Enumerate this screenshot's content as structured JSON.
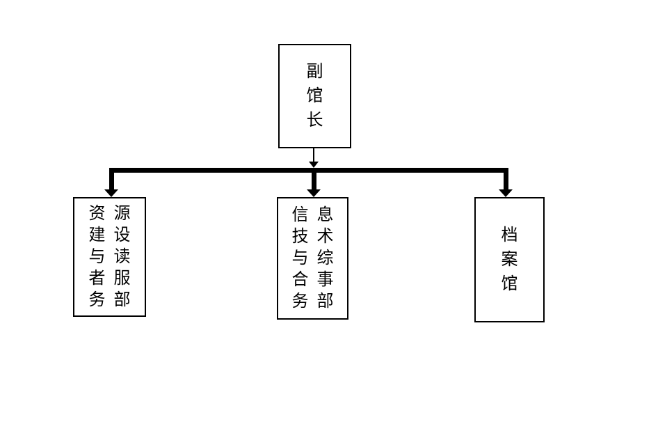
{
  "theme": {
    "background": "#ffffff",
    "line": "#000000",
    "text": "#000000",
    "box_border": "#000000"
  },
  "diagram": {
    "type": "org-chart",
    "root": {
      "label": "副馆长",
      "lines": [
        "副",
        "馆",
        "长"
      ]
    },
    "children": [
      {
        "label": "资源建设与读者服务部",
        "lines": [
          "资源",
          "建设",
          "与读",
          "者服",
          "务部"
        ]
      },
      {
        "label": "信息技术与综合事务部",
        "lines": [
          "信息",
          "技术",
          "与综",
          "合事",
          "务部"
        ]
      },
      {
        "label": "档案馆",
        "lines": [
          "档",
          "案",
          "馆"
        ]
      }
    ]
  }
}
